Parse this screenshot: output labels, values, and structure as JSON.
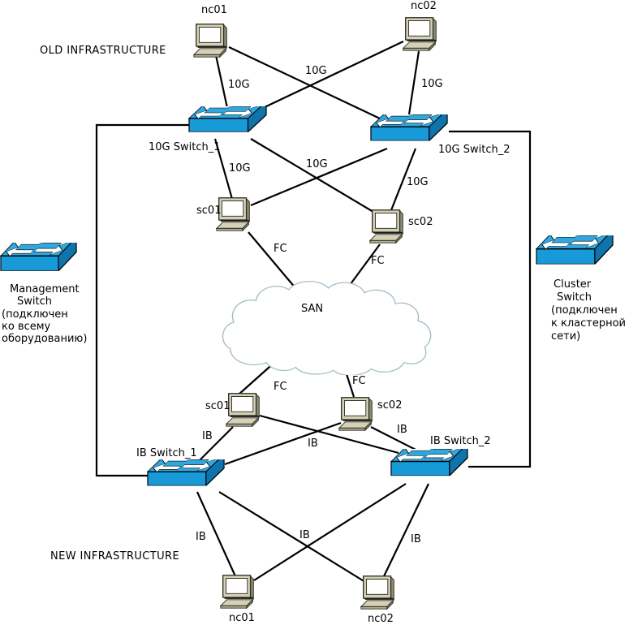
{
  "sections": {
    "old": "OLD INFRASTRUCTURE",
    "new": "NEW INFRASTRUCTURE"
  },
  "nodes": {
    "nc01_top": "nc01",
    "nc02_top": "nc02",
    "sw10g_1": "10G Switch_1",
    "sw10g_2": "10G Switch_2",
    "sc01_top": "sc01",
    "sc02_top": "sc02",
    "san": "SAN",
    "sc01_bottom": "sc01",
    "sc02_bottom": "sc02",
    "ib_sw1": "IB Switch_1",
    "ib_sw2": "IB Switch_2",
    "nc01_bottom": "nc01",
    "nc02_bottom": "nc02"
  },
  "mgmt_switch": {
    "lines": [
      "Management",
      "Switch",
      "(подключен",
      "ко всему",
      "оборудованию)"
    ]
  },
  "cluster_switch": {
    "lines": [
      "Cluster",
      "Switch",
      "(подключен",
      "к кластерной",
      "сети)"
    ]
  },
  "link_labels": [
    "10G",
    "10G",
    "10G",
    "10G",
    "10G",
    "10G",
    "FC",
    "FC",
    "FC",
    "FC",
    "IB",
    "IB",
    "IB",
    "IB",
    "IB",
    "IB"
  ],
  "colors": {
    "switch_top": "#2FA8E0",
    "switch_front": "#189AD9",
    "switch_side": "#0F74AC",
    "computer_body": "#D5D1B6",
    "computer_shadow": "#8E8C72",
    "cloud_stroke": "#A4BCC6",
    "line": "#000000",
    "background": "#FFFFFF"
  }
}
